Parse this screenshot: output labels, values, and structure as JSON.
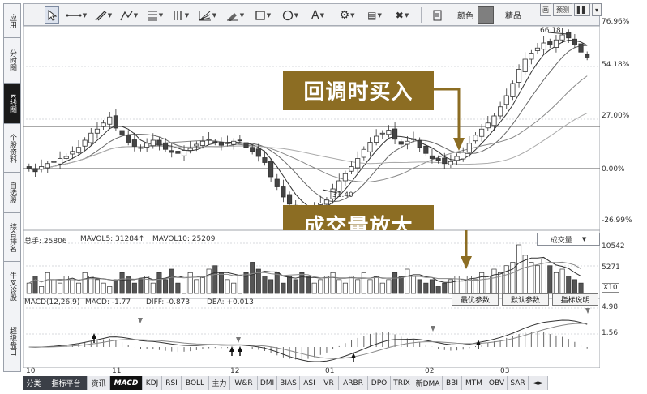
{
  "sidebar": {
    "items": [
      {
        "label": "应用",
        "active": false
      },
      {
        "label": "分时图",
        "active": false
      },
      {
        "label": "K线图",
        "active": true
      },
      {
        "label": "个股资料",
        "active": false
      },
      {
        "label": "自选股",
        "active": false
      },
      {
        "label": "综合排名",
        "active": false
      },
      {
        "label": "牛叉诊股",
        "active": false
      },
      {
        "label": "超级盘口",
        "active": false
      }
    ]
  },
  "toolbar": {
    "color_label": "颜色",
    "settings_label": "精品",
    "tools": [
      "cursor-icon",
      "line-icon",
      "ray-icon",
      "polyline-icon",
      "channel-icon",
      "parallel-icon",
      "fibonacci-icon",
      "pen-icon",
      "rect-icon",
      "ellipse-icon",
      "text-icon",
      "gear-icon",
      "stamp-icon",
      "delete-icon",
      "export-icon"
    ]
  },
  "topright": {
    "btn1": "画",
    "btn2": "预测",
    "btn3": "▌▌"
  },
  "price_axis": {
    "labels": [
      "76.96%",
      "54.18%",
      "27.00%",
      "0.00%",
      "-26.99%"
    ]
  },
  "main_annotations": {
    "high_label": "66.18",
    "low_label": "33.40"
  },
  "callouts": {
    "buy": "回调时买入",
    "volume": "成交量放大"
  },
  "volume_panel": {
    "info_total": "总手: 25806",
    "info_mavol5": "MAVOL5: 31284↑",
    "info_mavol10": "MAVOL10: 25209",
    "selector": "成交量",
    "axis": [
      "10542",
      "5271",
      "X10"
    ]
  },
  "macd_panel": {
    "info_title": "MACD(12,26,9)",
    "info_macd": "MACD: -1.77",
    "info_diff": "DIFF: -0.873",
    "info_dea": "DEA: +0.013",
    "btn_best": "最优参数",
    "btn_default": "默认参数",
    "btn_help": "指标说明",
    "axis": [
      "4.98",
      "1.56"
    ]
  },
  "time_axis": {
    "labels": [
      "10",
      "11",
      "12",
      "01",
      "02",
      "03"
    ]
  },
  "tabs": [
    "分类",
    "指标平台",
    "资讯",
    "MACD",
    "KDJ",
    "RSI",
    "BOLL",
    "主力",
    "W&R",
    "DMI",
    "BIAS",
    "ASI",
    "VR",
    "ARBR",
    "DPO",
    "TRIX",
    "新DMA",
    "BBI",
    "MTM",
    "OBV",
    "SAR"
  ],
  "active_tab": "MACD",
  "chart_data": {
    "type": "candlestick",
    "candles_close": [
      0.0,
      -1.5,
      1.0,
      2.5,
      3.5,
      5.0,
      6.0,
      8.5,
      10.5,
      14.0,
      17.5,
      19.5,
      22.5,
      25.5,
      20.0,
      16.5,
      13.0,
      11.0,
      10.0,
      12.5,
      14.0,
      11.5,
      9.5,
      8.0,
      7.5,
      9.0,
      10.0,
      12.0,
      13.5,
      14.5,
      13.0,
      11.5,
      12.5,
      13.5,
      14.0,
      10.5,
      8.5,
      6.0,
      3.0,
      -4.0,
      -9.0,
      -14.0,
      -17.5,
      -19.0,
      -20.5,
      -21.5,
      -19.0,
      -17.0,
      -15.5,
      -10.0,
      -6.0,
      -2.5,
      1.0,
      5.0,
      9.5,
      13.0,
      16.0,
      17.5,
      19.0,
      14.5,
      12.0,
      13.5,
      14.5,
      10.5,
      7.5,
      5.0,
      4.0,
      2.5,
      3.5,
      6.0,
      8.0,
      12.5,
      16.5,
      19.5,
      22.5,
      26.0,
      30.5,
      36.0,
      42.0,
      49.0,
      54.0,
      57.0,
      59.5,
      62.0,
      61.0,
      63.5,
      66.0,
      64.5,
      61.0,
      57.5,
      55.0
    ],
    "volume_relative": [
      3,
      5,
      2,
      6,
      4,
      3,
      5,
      4,
      3,
      6,
      5,
      4,
      3,
      2,
      4,
      6,
      5,
      3,
      4,
      5,
      3,
      6,
      4,
      7,
      3,
      5,
      6,
      4,
      5,
      7,
      8,
      6,
      4,
      3,
      5,
      6,
      9,
      7,
      5,
      4,
      6,
      3,
      5,
      4,
      6,
      5,
      3,
      4,
      5,
      6,
      4,
      3,
      5,
      4,
      6,
      4,
      5,
      3,
      4,
      6,
      5,
      7,
      5,
      4,
      3,
      4,
      2,
      3,
      4,
      5,
      4,
      5,
      4,
      6,
      5,
      7,
      6,
      8,
      9,
      14,
      11,
      9,
      8,
      10,
      8,
      6,
      7,
      5,
      4,
      3
    ]
  }
}
